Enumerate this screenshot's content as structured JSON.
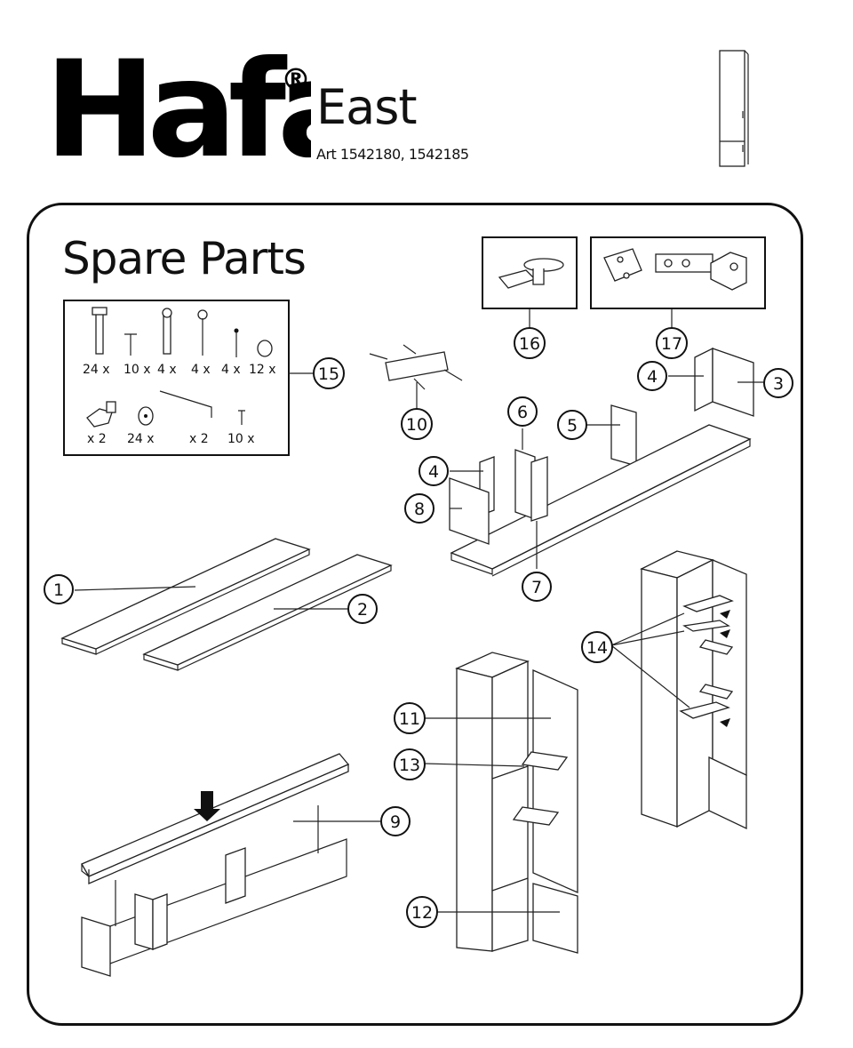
{
  "brand": {
    "logo_text": "Hafa",
    "registered_mark": "®"
  },
  "product": {
    "name": "East",
    "article_line": "Art 1542180, 1542185"
  },
  "section_title": "Spare Parts",
  "hardware_quantities": [
    "24 x",
    "10 x",
    "4 x",
    "4 x",
    "4 x",
    "12 x",
    "x 2",
    "24 x",
    "x 2",
    "10 x"
  ],
  "callouts": [
    "1",
    "2",
    "3",
    "4",
    "4",
    "5",
    "6",
    "7",
    "8",
    "9",
    "10",
    "11",
    "12",
    "13",
    "14",
    "15",
    "16",
    "17"
  ],
  "icons": {
    "logo": "hafa-logo",
    "thumbnail": "tall-cabinet-thumbnail-icon",
    "leg": "adjustable-leg-icon",
    "hinge": "cabinet-hinge-icon"
  }
}
